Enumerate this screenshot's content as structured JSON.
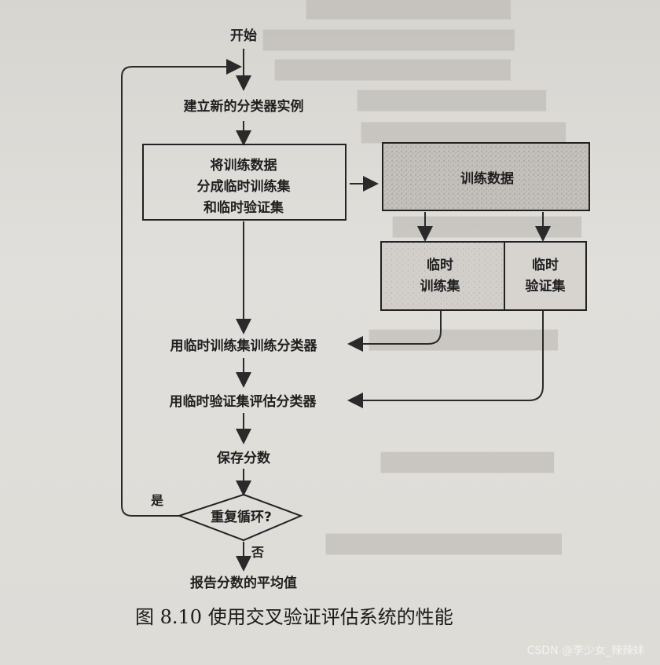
{
  "diagram": {
    "nodes": {
      "start": "开始",
      "create_classifier": "建立新的分类器实例",
      "split_data_line1": "将训练数据",
      "split_data_line2": "分成临时训练集",
      "split_data_line3": "和临时验证集",
      "training_data": "训练数据",
      "temp_train_line1": "临时",
      "temp_train_line2": "训练集",
      "temp_valid_line1": "临时",
      "temp_valid_line2": "验证集",
      "train_classifier": "用临时训练集训练分类器",
      "evaluate_classifier": "用临时验证集评估分类器",
      "save_score": "保存分数",
      "repeat_loop": "重复循环?",
      "report_average": "报告分数的平均值"
    },
    "branch_labels": {
      "yes": "是",
      "no": "否"
    },
    "caption": "图 8.10    使用交叉验证评估系统的性能",
    "watermark": "CSDN @李少女_辣辣妹",
    "colors": {
      "paper": "#dddbd6",
      "ink": "#222222",
      "gray_fill": "#bdbab5"
    }
  }
}
